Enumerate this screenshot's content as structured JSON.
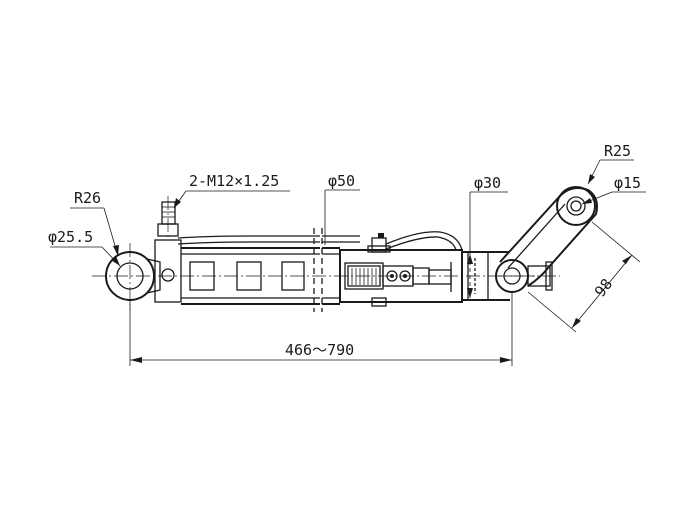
{
  "labels": {
    "r26": "R26",
    "phi25_5": "φ25.5",
    "thread": "2-M12×1.25",
    "phi50": "φ50",
    "phi30": "φ30",
    "r25": "R25",
    "phi15": "φ15",
    "dim_98": "98",
    "length_range": "466～790"
  }
}
